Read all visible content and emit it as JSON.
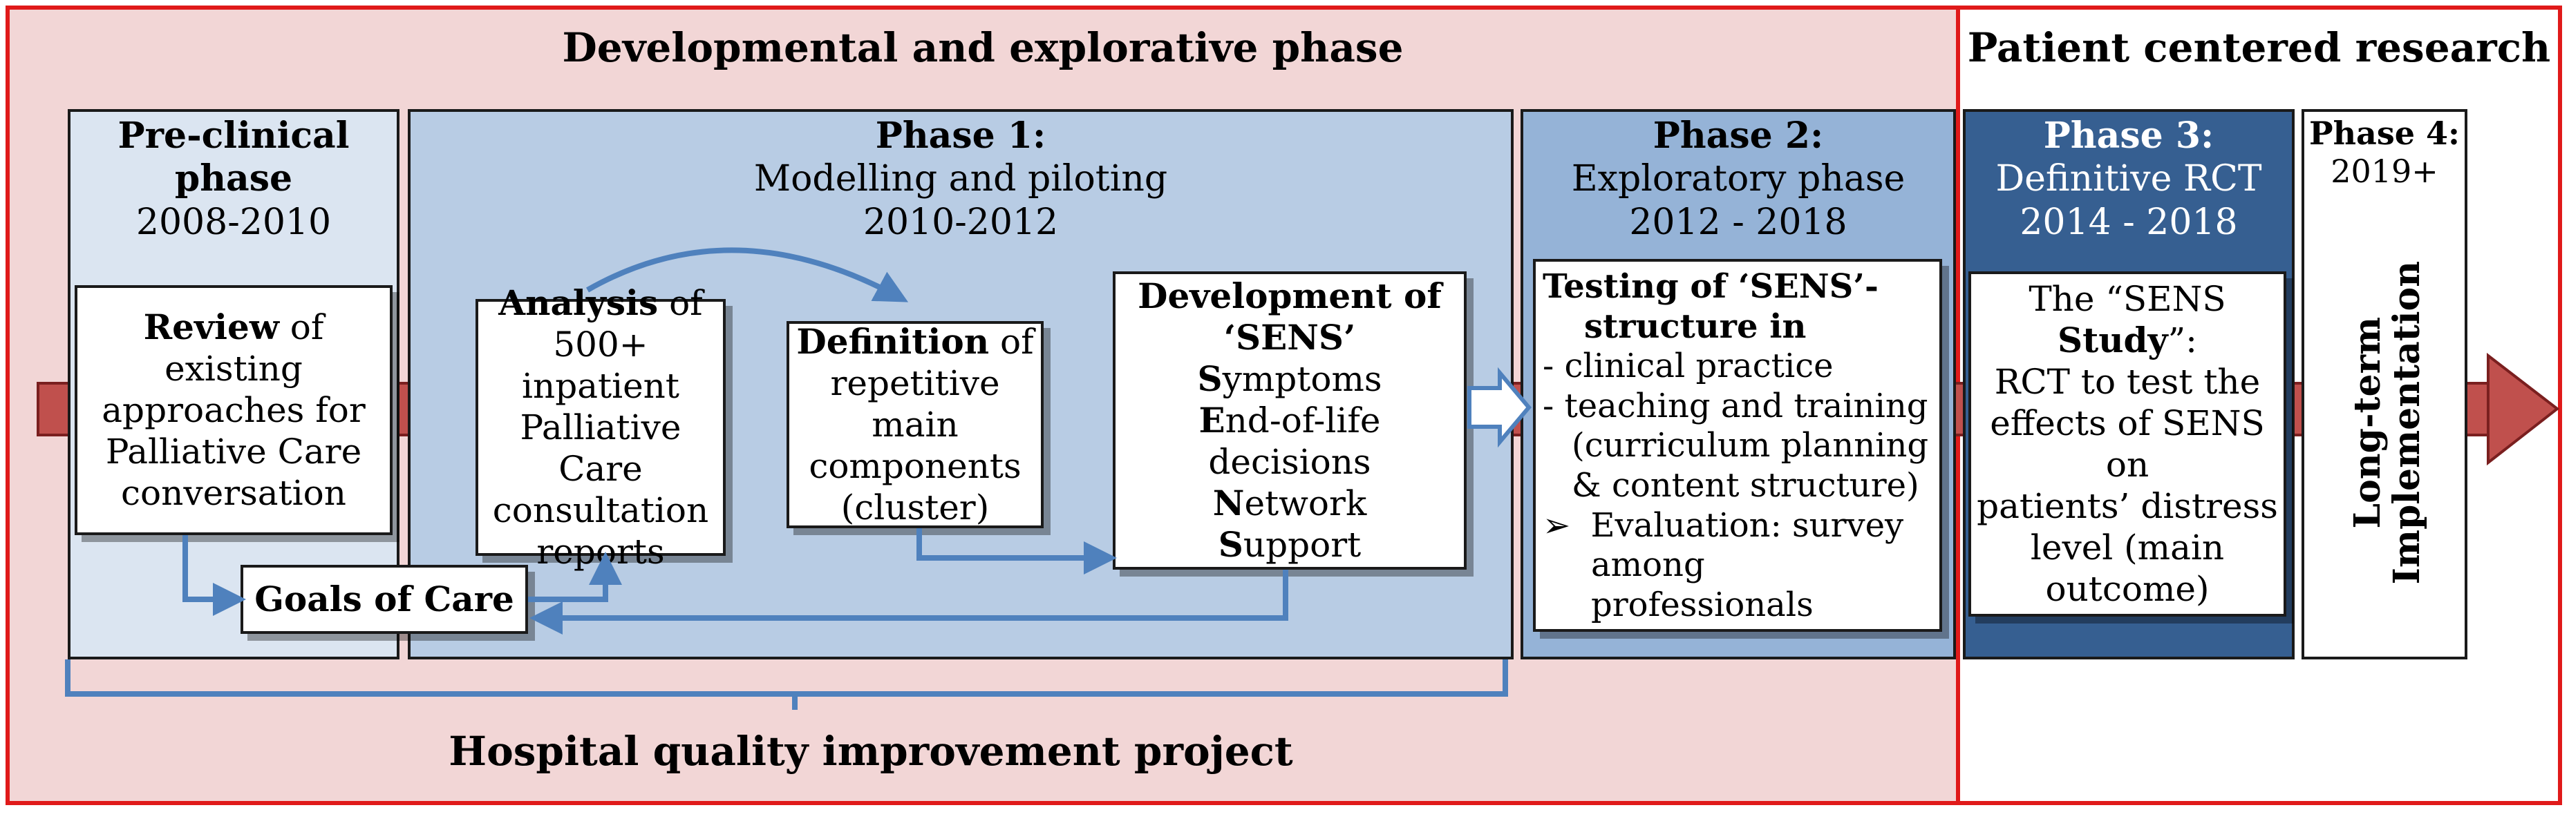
{
  "sections": {
    "left_title": "Developmental and explorative phase",
    "right_title": "Patient centered research",
    "footer_title": "Hospital quality improvement project"
  },
  "preclinical": {
    "title_line1": "Pre-clinical",
    "title_line2": "phase",
    "years": "2008-2010",
    "box_bold": "Review",
    "box_rest_1": " of",
    "box_rest_2": "existing",
    "box_rest_3": "approaches for",
    "box_rest_4": "Palliative Care",
    "box_rest_5": "conversation"
  },
  "goals": {
    "label": "Goals of Care"
  },
  "phase1": {
    "title": "Phase 1:",
    "subtitle": "Modelling and piloting",
    "years": "2010-2012",
    "analysis_bold": "Analysis",
    "analysis_rest": " of",
    "analysis_l2": "500+ inpatient",
    "analysis_l3": "Palliative Care",
    "analysis_l4": "consultation",
    "analysis_l5": "reports",
    "definition_bold": "Definition",
    "definition_rest": " of",
    "definition_l2": "repetitive main",
    "definition_l3": "components",
    "definition_l4": "(cluster)",
    "dev_l1": "Development of",
    "dev_l2": "‘SENS’",
    "dev_s_letter": "S",
    "dev_s_rest": "ymptoms",
    "dev_e_letter": "E",
    "dev_e_rest": "nd-of-life decisions",
    "dev_n_letter": "N",
    "dev_n_rest": "etwork",
    "dev_s2_letter": "S",
    "dev_s2_rest": "upport"
  },
  "phase2": {
    "title": "Phase 2:",
    "subtitle": "Exploratory phase",
    "years": "2012 - 2018",
    "box_l1": "Testing of ‘SENS’-",
    "box_l2": "structure in",
    "item1": "- clinical practice",
    "item2": "- teaching and training",
    "item2b": "(curriculum planning",
    "item2c": "& content structure)",
    "item3_bullet": "➢",
    "item3": "Evaluation: survey",
    "item3b": "among professionals"
  },
  "phase3": {
    "title": "Phase 3:",
    "subtitle": "Definitive RCT",
    "years": "2014 - 2018",
    "box_l1": "The “SENS",
    "box_l2_bold": "Study",
    "box_l2_rest": "”:",
    "box_l3": "RCT to test the",
    "box_l4": "effects of SENS on",
    "box_l5": "patients’ distress",
    "box_l6": "level (main",
    "box_l7": "outcome)"
  },
  "phase4": {
    "title": "Phase 4:",
    "years": "2019+",
    "vertical_l1": "Long-term",
    "vertical_l2": "Implementation"
  },
  "colors": {
    "frame_red": "#e01a1a",
    "bg_pink": "#f2d6d6",
    "preclinical_bg": "#dbe5f1",
    "phase1_bg": "#b8cce4",
    "phase2_bg": "#95b3d7",
    "phase3_bg": "#365f91",
    "arrow_blue": "#4f81bd",
    "arrow_red": "#c0504d"
  }
}
